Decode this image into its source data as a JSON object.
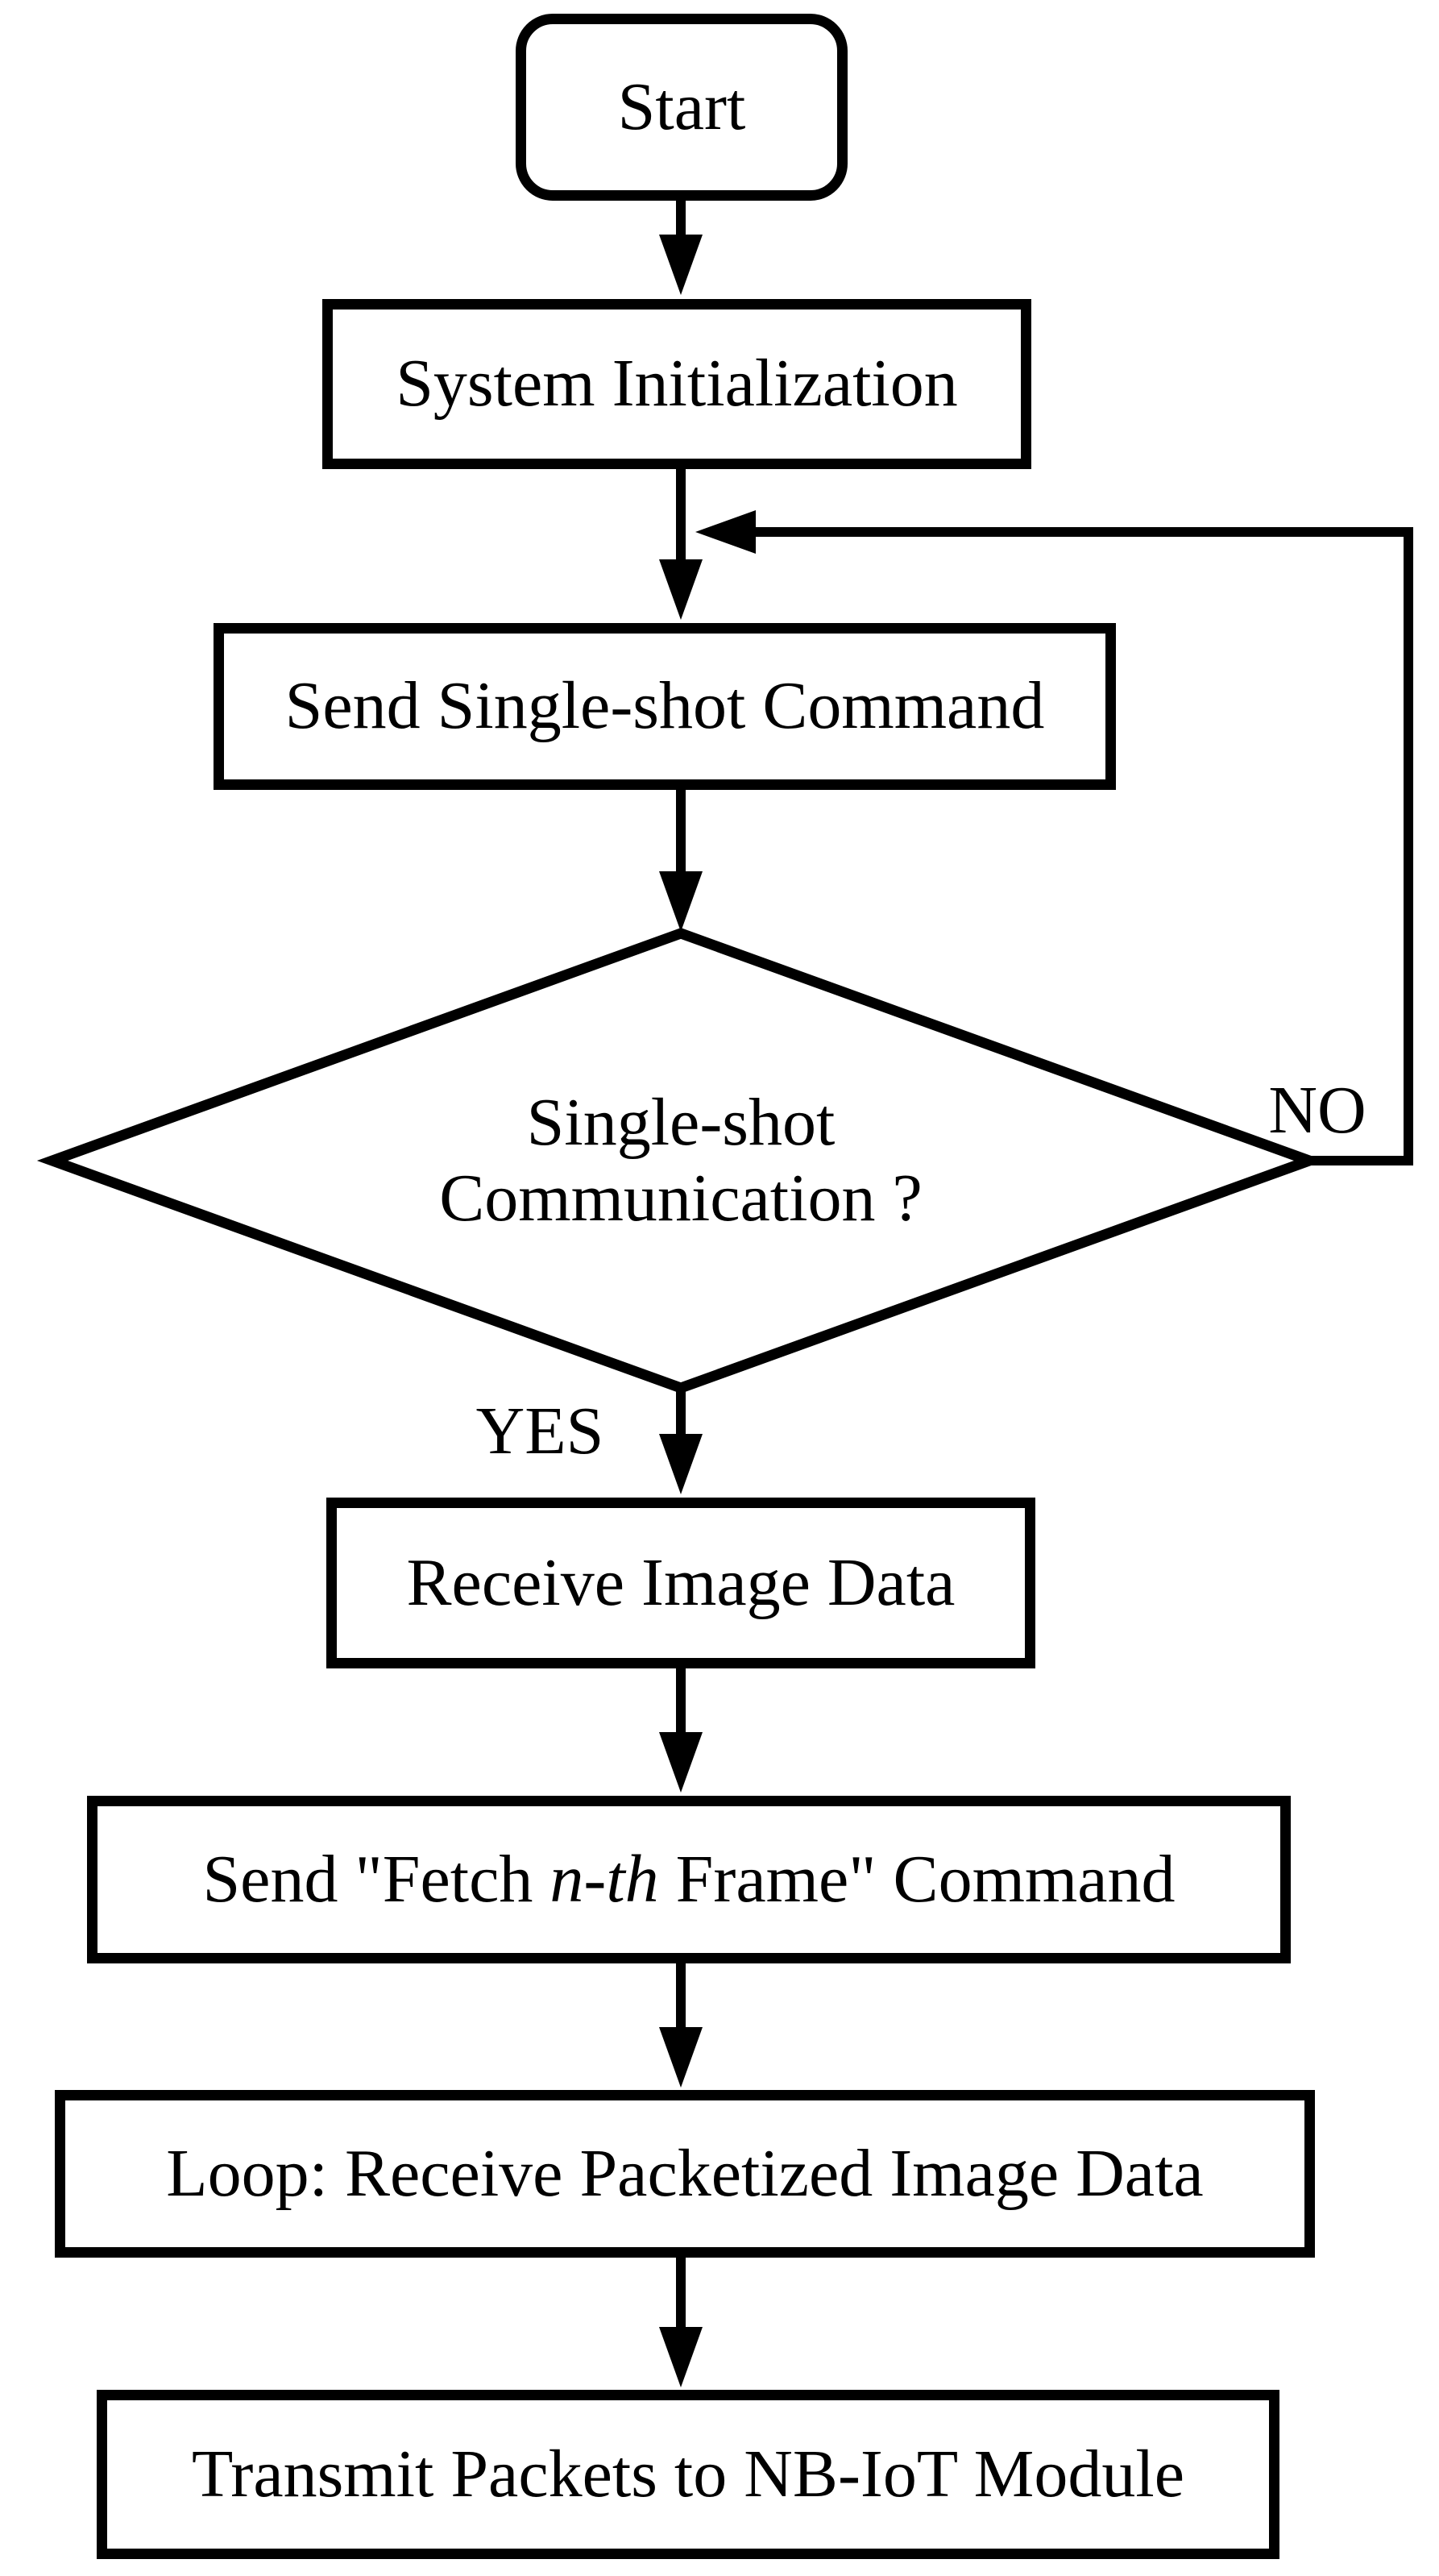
{
  "nodes": {
    "start": {
      "label": "Start",
      "type": "terminator"
    },
    "system_init": {
      "label": "System Initialization",
      "type": "process"
    },
    "send_single_shot": {
      "label": "Send Single-shot Command",
      "type": "process"
    },
    "decision": {
      "line1": "Single-shot",
      "line2": "Communication ?",
      "type": "decision"
    },
    "receive_image": {
      "label": "Receive Image Data",
      "type": "process"
    },
    "fetch_frame": {
      "before": "Send \"Fetch ",
      "italic": "n-th",
      "after": " Frame\" Command",
      "type": "process"
    },
    "loop_receive": {
      "label": "Loop: Receive Packetized Image Data",
      "type": "process"
    },
    "transmit": {
      "label": "Transmit Packets to NB-IoT Module",
      "type": "process"
    }
  },
  "edges": {
    "yes_label": "YES",
    "no_label": "NO"
  },
  "colors": {
    "stroke": "#000000",
    "background": "#ffffff"
  }
}
